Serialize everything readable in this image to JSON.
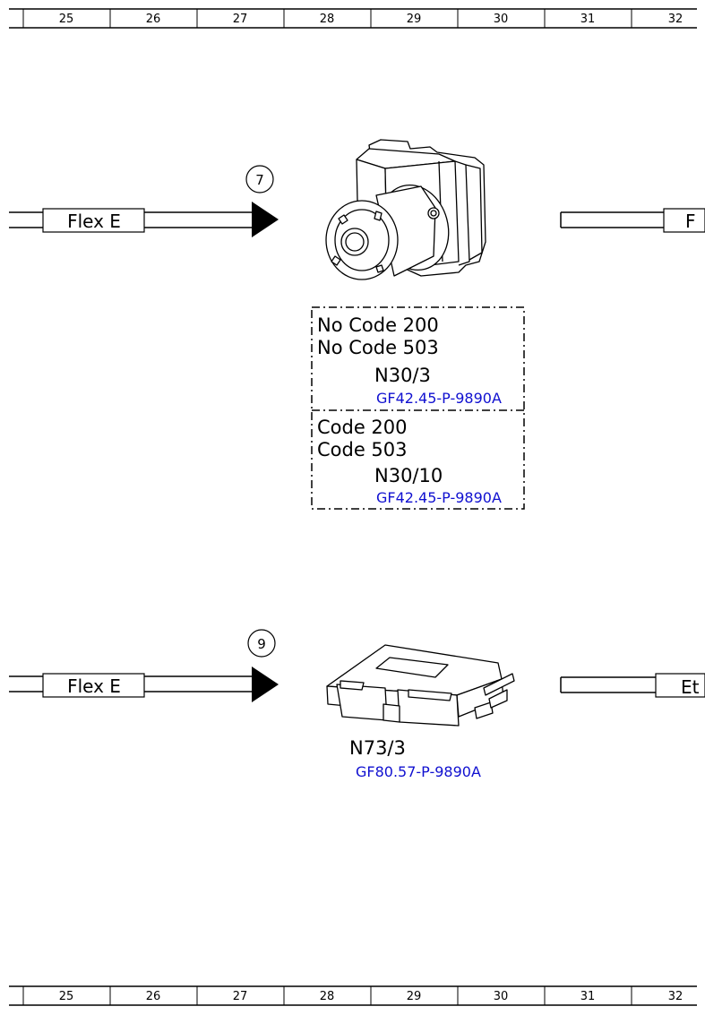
{
  "ruler": {
    "top_labels": [
      "25",
      "26",
      "27",
      "28",
      "29",
      "30",
      "31",
      "32"
    ],
    "bottom_labels": [
      "25",
      "26",
      "27",
      "28",
      "29",
      "30",
      "31",
      "32"
    ]
  },
  "connections": {
    "row1": {
      "left_label": "Flex E",
      "marker": "7",
      "right_label": "F"
    },
    "row2": {
      "left_label": "Flex E",
      "marker": "9",
      "right_label": "Et"
    }
  },
  "component_box": {
    "upper": {
      "line1": "No Code 200",
      "line2": "No Code 503",
      "designation": "N30/3",
      "link": "GF42.45-P-9890A"
    },
    "lower": {
      "line1": "Code 200",
      "line2": "Code 503",
      "designation": "N30/10",
      "link": "GF42.45-P-9890A"
    }
  },
  "control_unit": {
    "designation": "N73/3",
    "link": "GF80.57-P-9890A"
  },
  "icons": {
    "abs_unit": "abs-hydraulic-unit-icon",
    "control_module": "control-module-icon"
  }
}
